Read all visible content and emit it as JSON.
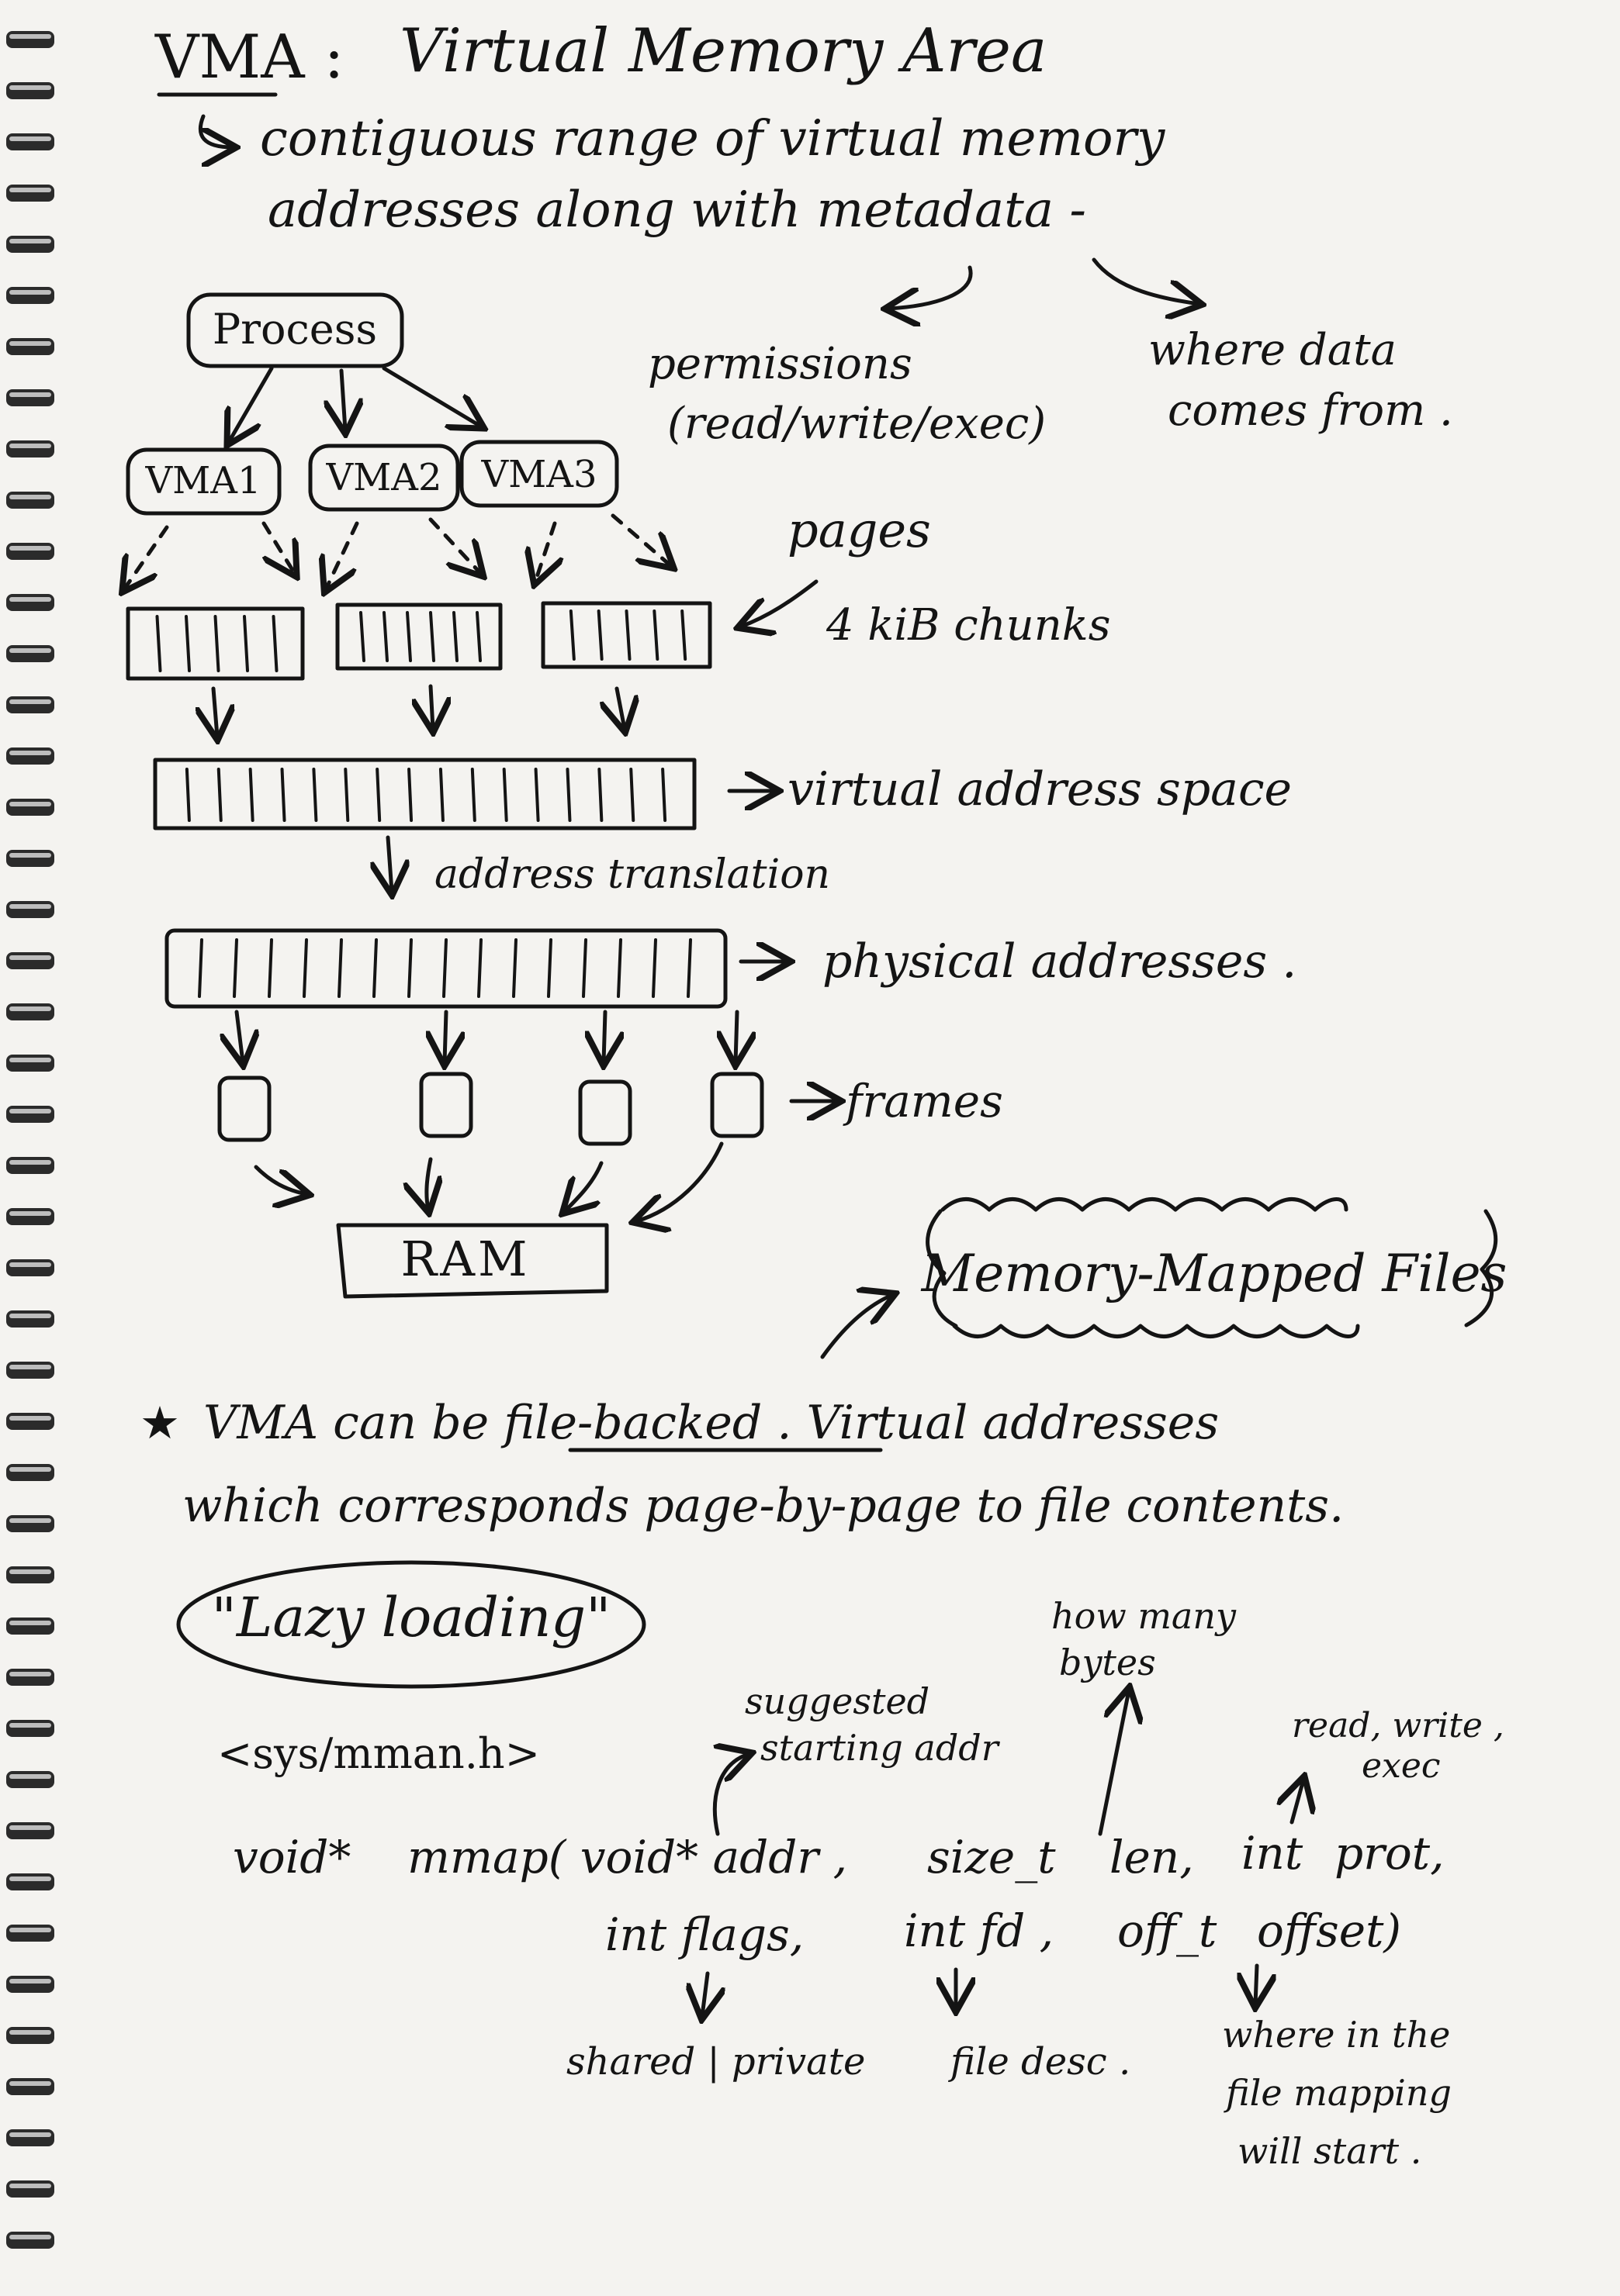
{
  "title": {
    "acronym": "VMA :",
    "full": "Virtual Memory Area"
  },
  "definition": {
    "line1": "contiguous range of virtual memory",
    "line2": "addresses along with metadata -",
    "metadata_left": "permissions",
    "metadata_left_detail": "(read/write/exec)",
    "metadata_right_line1": "where data",
    "metadata_right_line2": "comes from ."
  },
  "diagram": {
    "process": "Process",
    "vmas": [
      "VMA1",
      "VMA2",
      "VMA3"
    ],
    "pages_title": "pages",
    "pages_note": "4 kiB chunks",
    "virtual_space": "virtual address space",
    "translation": "address translation",
    "physical": "physical addresses .",
    "frames": "frames",
    "ram": "RAM"
  },
  "mmf": {
    "cloud": "Memory-Mapped Files",
    "note_line1": "VMA can be file-backed . Virtual addresses",
    "note_line1_a": "VMA can be ",
    "note_line1_b": "file-backed",
    "note_line1_c": " . Virtual addresses",
    "note_line2": "which corresponds page-by-page to file contents.",
    "lazy": "\"Lazy loading\""
  },
  "code": {
    "header": "<sys/mman.h>",
    "sig_line1_a": "void*",
    "sig_line1_b": "mmap( void* addr ,",
    "sig_line1_c": "size_t",
    "sig_line1_d": "len,",
    "sig_line1_e": "int",
    "sig_line1_f": "prot,",
    "sig_line2_a": "int flags,",
    "sig_line2_b": "int fd ,",
    "sig_line2_c": "off_t",
    "sig_line2_d": "offset)",
    "ann_addr_1": "suggested",
    "ann_addr_2": "starting addr",
    "ann_len_1": "how many",
    "ann_len_2": "bytes",
    "ann_prot_1": "read, write ,",
    "ann_prot_2": "exec",
    "ann_flags": "shared | private",
    "ann_fd": "file desc .",
    "ann_offset_1": "where in the",
    "ann_offset_2": "file mapping",
    "ann_offset_3": "will start ."
  },
  "colors": {
    "ink": "#141414",
    "paper": "#f4f3f0"
  }
}
